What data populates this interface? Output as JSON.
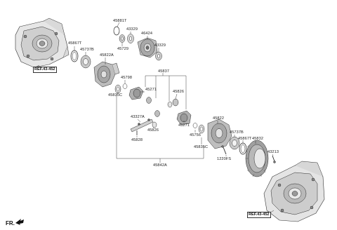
{
  "parts": {
    "p45881T": "45881T",
    "p43329_a": "43329",
    "p45729": "45729",
    "p46424": "46424",
    "p43329_b": "43329",
    "p45867T_a": "45867T",
    "p45737B_a": "45737B",
    "p45822A": "45822A",
    "p45798": "45798",
    "p45835C_a": "45835C",
    "p45837": "45837",
    "p45271_a": "45271",
    "p45826_a": "45826",
    "p45271_b": "45271",
    "p43327A": "43327A",
    "p45826_b": "45826",
    "p45828": "45828",
    "p45822": "45822",
    "p45756": "45756",
    "p45835C_b": "45835C",
    "p45737B_b": "45737B",
    "p45867T_b": "45867T",
    "p45832": "45832",
    "p43213": "43213",
    "p1220FS": "1220FS",
    "p45842A": "45842A"
  },
  "refs": {
    "top_left": "REF.43-452",
    "bottom_right": "REF.43-452"
  },
  "corner_label": "FR."
}
